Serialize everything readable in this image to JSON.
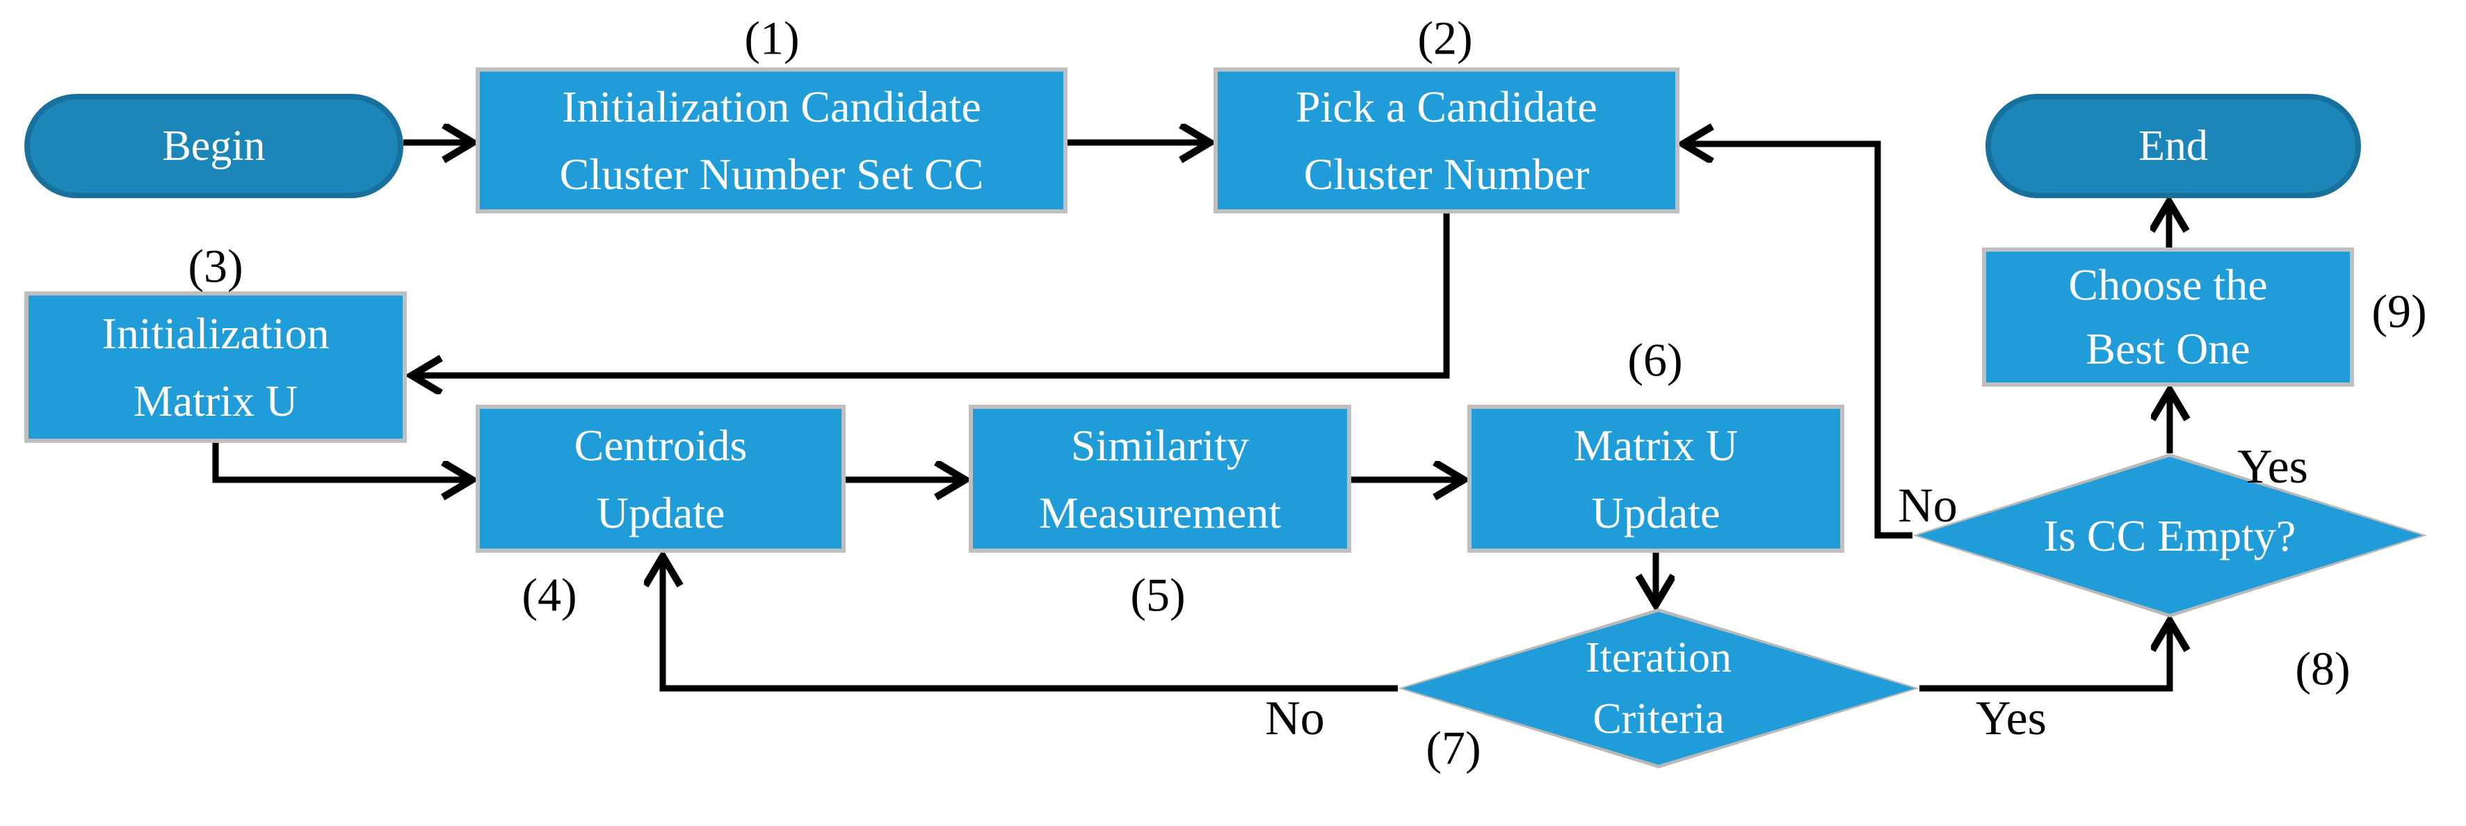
{
  "flowchart": {
    "nodes": {
      "begin": {
        "label": "Begin"
      },
      "step1": {
        "line1": "Initialization Candidate",
        "line2": "Cluster Number Set CC",
        "tag": "(1)"
      },
      "step2": {
        "line1": "Pick a Candidate",
        "line2": "Cluster Number",
        "tag": "(2)"
      },
      "step3": {
        "line1": "Initialization",
        "line2": "Matrix U",
        "tag": "(3)"
      },
      "step4": {
        "line1": "Centroids",
        "line2": "Update",
        "tag": "(4)"
      },
      "step5": {
        "line1": "Similarity",
        "line2": "Measurement",
        "tag": "(5)"
      },
      "step6": {
        "line1": "Matrix U",
        "line2": "Update",
        "tag": "(6)"
      },
      "step7": {
        "line1": "Iteration",
        "line2": "Criteria",
        "tag": "(7)"
      },
      "step8": {
        "label": "Is CC Empty?",
        "tag": "(8)"
      },
      "step9": {
        "line1": "Choose the",
        "line2": "Best One",
        "tag": "(9)"
      },
      "end": {
        "label": "End"
      }
    },
    "edge_labels": {
      "d7_no": "No",
      "d7_yes": "Yes",
      "d8_no": "No",
      "d8_yes": "Yes"
    },
    "colors": {
      "box_fill": "#209dd8",
      "box_border": "#bfbfbf",
      "terminator_fill": "#1d86b8",
      "terminator_border": "#17719c",
      "diamond_fill": "#209dd8",
      "diamond_border": "#b9b9b9",
      "line_color": "#000000",
      "box_text": "#ffffff",
      "label_text": "#000000"
    }
  }
}
